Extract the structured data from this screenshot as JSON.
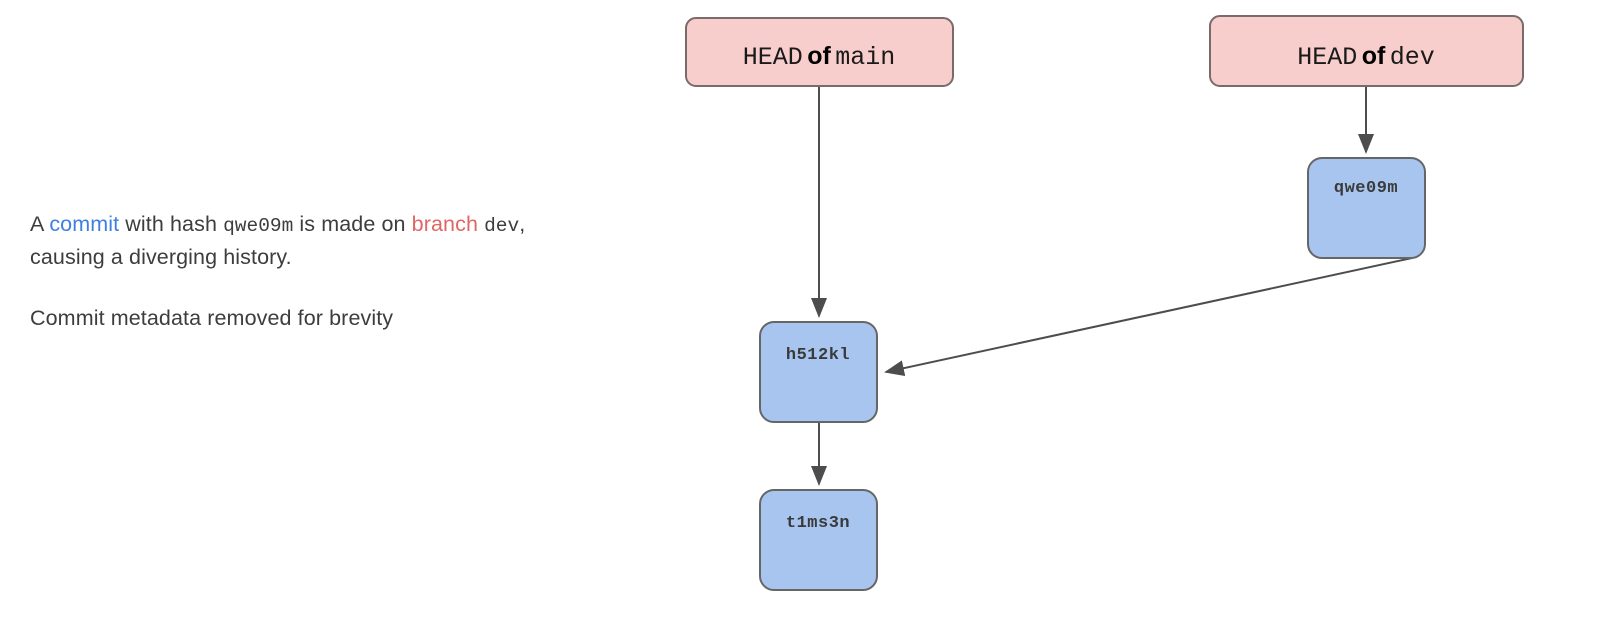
{
  "description": {
    "paragraph1": {
      "seg1": "A ",
      "commit_kw": "commit",
      "seg2": " with hash ",
      "hash": "qwe09m",
      "seg3": " is made on ",
      "branch_kw": "branch",
      "seg4": " ",
      "branch_name": "dev",
      "seg5": ", causing a diverging history."
    },
    "paragraph2": "Commit metadata removed for brevity"
  },
  "diagram": {
    "type": "git-commit-graph",
    "head_nodes": [
      {
        "id": "head-main",
        "prefix": "HEAD",
        "middle": "of",
        "ref": "main",
        "fill": "#f8cecc",
        "stroke": "#7a6a6a"
      },
      {
        "id": "head-dev",
        "prefix": "HEAD",
        "middle": "of",
        "ref": "dev",
        "fill": "#f8cecc",
        "stroke": "#7a6a6a"
      }
    ],
    "commit_nodes": [
      {
        "id": "qwe09m",
        "hash": "qwe09m",
        "fill": "#a7c5ef",
        "stroke": "#666666"
      },
      {
        "id": "h512kl",
        "hash": "h512kl",
        "fill": "#a7c5ef",
        "stroke": "#666666"
      },
      {
        "id": "t1ms3n",
        "hash": "t1ms3n",
        "fill": "#a7c5ef",
        "stroke": "#666666"
      }
    ],
    "edges": [
      {
        "id": "edge-head-main-to-h512kl",
        "from": "head-main",
        "to": "h512kl"
      },
      {
        "id": "edge-head-dev-to-qwe09m",
        "from": "head-dev",
        "to": "qwe09m"
      },
      {
        "id": "edge-qwe09m-to-h512kl",
        "from": "qwe09m",
        "to": "h512kl"
      },
      {
        "id": "edge-h512kl-to-t1ms3n",
        "from": "h512kl",
        "to": "t1ms3n"
      }
    ],
    "edge_color": "#4d4d4d"
  }
}
